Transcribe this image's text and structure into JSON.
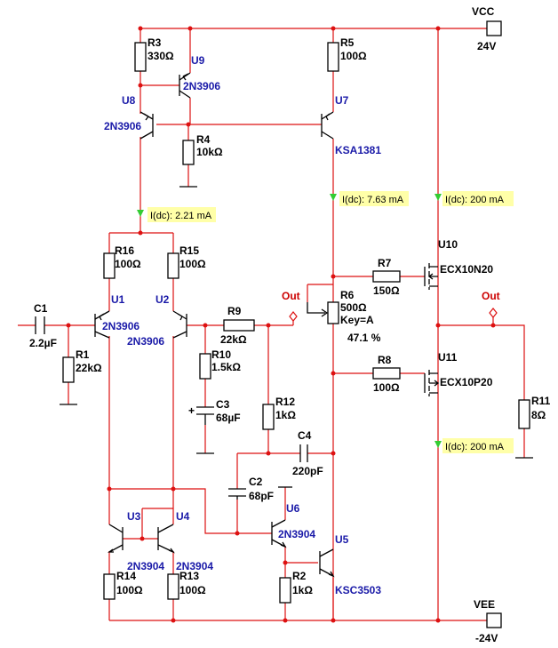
{
  "supplies": {
    "vcc": {
      "name": "VCC",
      "value": "24V"
    },
    "vee": {
      "name": "VEE",
      "value": "-24V"
    }
  },
  "probes": {
    "p1": "I(dc): 2.21 mA",
    "p2": "I(dc): 7.63 mA",
    "p3": "I(dc): 200 mA",
    "p4": "I(dc): 200 mA"
  },
  "nets": {
    "out1": "Out",
    "out2": "Out"
  },
  "resistors": {
    "R1": {
      "ref": "R1",
      "value": "22kΩ"
    },
    "R2": {
      "ref": "R2",
      "value": "1kΩ"
    },
    "R3": {
      "ref": "R3",
      "value": "330Ω"
    },
    "R4": {
      "ref": "R4",
      "value": "10kΩ"
    },
    "R5": {
      "ref": "R5",
      "value": "100Ω"
    },
    "R7": {
      "ref": "R7",
      "value": "150Ω"
    },
    "R8": {
      "ref": "R8",
      "value": "100Ω"
    },
    "R9": {
      "ref": "R9",
      "value": "22kΩ"
    },
    "R10": {
      "ref": "R10",
      "value": "1.5kΩ"
    },
    "R11": {
      "ref": "R11",
      "value": "8Ω"
    },
    "R12": {
      "ref": "R12",
      "value": "1kΩ"
    },
    "R13": {
      "ref": "R13",
      "value": "100Ω"
    },
    "R14": {
      "ref": "R14",
      "value": "100Ω"
    },
    "R15": {
      "ref": "R15",
      "value": "100Ω"
    },
    "R16": {
      "ref": "R16",
      "value": "100Ω"
    }
  },
  "pot": {
    "ref": "R6",
    "value": "500Ω",
    "key": "Key=A",
    "setting": "47.1 %"
  },
  "capacitors": {
    "C1": {
      "ref": "C1",
      "value": "2.2µF"
    },
    "C2": {
      "ref": "C2",
      "value": "68pF"
    },
    "C3": {
      "ref": "C3",
      "value": "68µF"
    },
    "C4": {
      "ref": "C4",
      "value": "220pF"
    }
  },
  "transistors": {
    "U1": {
      "ref": "U1",
      "model": "2N3906"
    },
    "U2": {
      "ref": "U2",
      "model": "2N3906"
    },
    "U3": {
      "ref": "U3",
      "model": "2N3904"
    },
    "U4": {
      "ref": "U4",
      "model": "2N3904"
    },
    "U5": {
      "ref": "U5",
      "model": "KSC3503"
    },
    "U6": {
      "ref": "U6",
      "model": "2N3904"
    },
    "U7": {
      "ref": "U7",
      "model": "KSA1381"
    },
    "U8": {
      "ref": "U8",
      "model": "2N3906"
    },
    "U9": {
      "ref": "U9",
      "model": "2N3906"
    },
    "U10": {
      "ref": "U10",
      "model": "ECX10N20"
    },
    "U11": {
      "ref": "U11",
      "model": "ECX10P20"
    }
  },
  "colors": {
    "wire": "#dd1111",
    "component": "#000000",
    "refdes": "#1a1aa8",
    "probe_box": "#ffffa8",
    "probe_arrow": "#33cc33"
  }
}
